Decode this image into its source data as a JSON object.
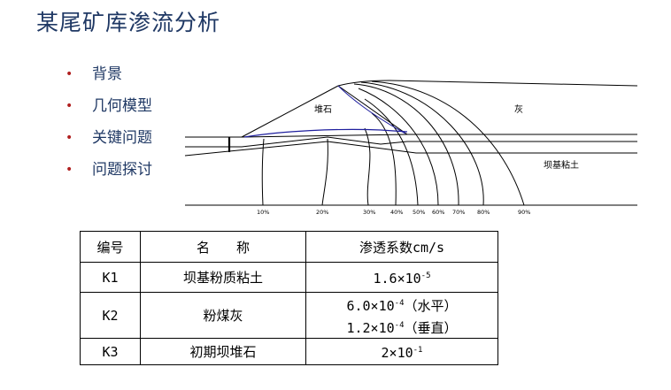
{
  "title": "某尾矿库渗流分析",
  "bullets": [
    "背景",
    "几何模型",
    "关键问题",
    "问题探讨"
  ],
  "diagram": {
    "labels": {
      "pile": "堆石",
      "ash": "灰",
      "clay": "坝基粘土"
    },
    "percent_labels": [
      "10%",
      "20%",
      "30%",
      "40%",
      "50%",
      "60%",
      "70%",
      "80%",
      "90%"
    ],
    "colors": {
      "phreatic_line": "#1f1f9e",
      "lines": "#000000"
    }
  },
  "table": {
    "headers": [
      "编号",
      "名　　称",
      "渗透系数cm/s"
    ],
    "rows": [
      {
        "id": "K1",
        "name": "坝基粉质粘土",
        "k_lines": [
          {
            "base": "1.6×10",
            "exp": "-5",
            "note": ""
          }
        ]
      },
      {
        "id": "K2",
        "name": "粉煤灰",
        "k_lines": [
          {
            "base": "6.0×10",
            "exp": "-4",
            "note": "（水平）"
          },
          {
            "base": "1.2×10",
            "exp": "-4",
            "note": "（垂直）"
          }
        ]
      },
      {
        "id": "K3",
        "name": "初期坝堆石",
        "k_lines": [
          {
            "base": "2×10",
            "exp": "-1",
            "note": ""
          }
        ]
      }
    ]
  }
}
